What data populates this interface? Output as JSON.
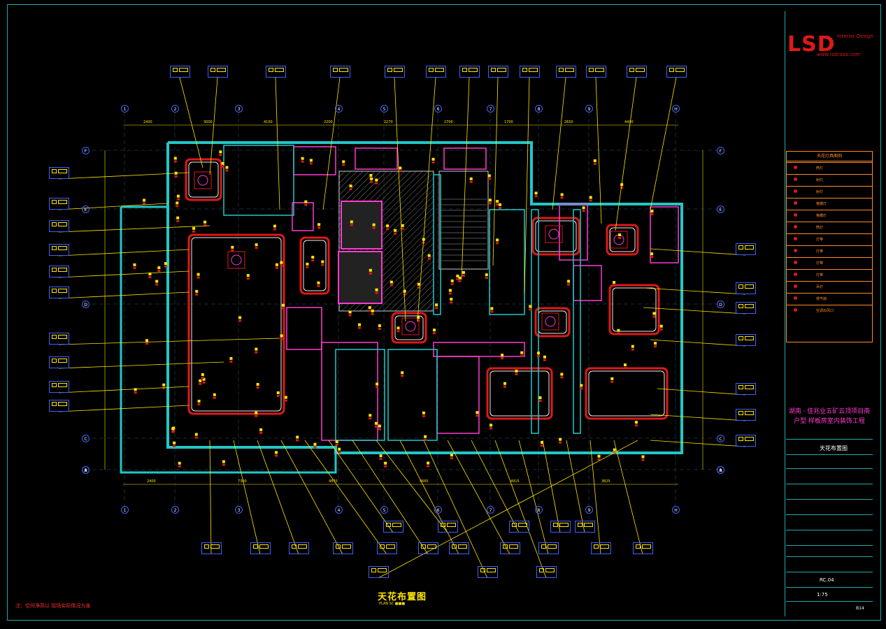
{
  "drawing": {
    "title": "天花布置图",
    "title_subline": "PLAN      SC  ■■■",
    "note": "注：空间净高以 现场实际情况为准",
    "grid_top": [
      "1",
      "2",
      "3",
      "4",
      "5",
      "6",
      "7",
      "8",
      "9",
      "H"
    ],
    "grid_rows": [
      "F",
      "E",
      "D",
      "C",
      "B",
      "A"
    ],
    "dims_top": [
      "2400",
      "3000",
      "4100",
      "2200",
      "2270",
      "2700",
      "1700",
      "2650",
      "4400"
    ],
    "dims_bottom": [
      "2400",
      "7300",
      "4870",
      "4665",
      "4915",
      "3825"
    ]
  },
  "titleblock": {
    "logo": "LSD",
    "logo_sub": "Interior Design",
    "url": "www.lsdcasa.com",
    "legend_title": "天花灯具图例",
    "legend_rows": [
      "筒灯",
      "射灯",
      "射灯",
      "格栅灯",
      "格栅灯",
      "筒灯",
      "灯带",
      "灯带",
      "灯带",
      "灯带",
      "吊灯",
      "排气扇",
      "空调出风口"
    ],
    "project": "湖南 · 佳兆业五矿云顶项目南户型 样板房室内装饰工程",
    "drawing_name": "天花布置图",
    "scale": "1:75",
    "sheet": "RC.04",
    "page": "B14"
  },
  "colors": {
    "walls": "#22c7c7",
    "accent_red": "#e01818",
    "magenta": "#ff3bd0",
    "yellow": "#ffe600",
    "blue": "#4060ff",
    "legend": "#ff8a2a"
  }
}
